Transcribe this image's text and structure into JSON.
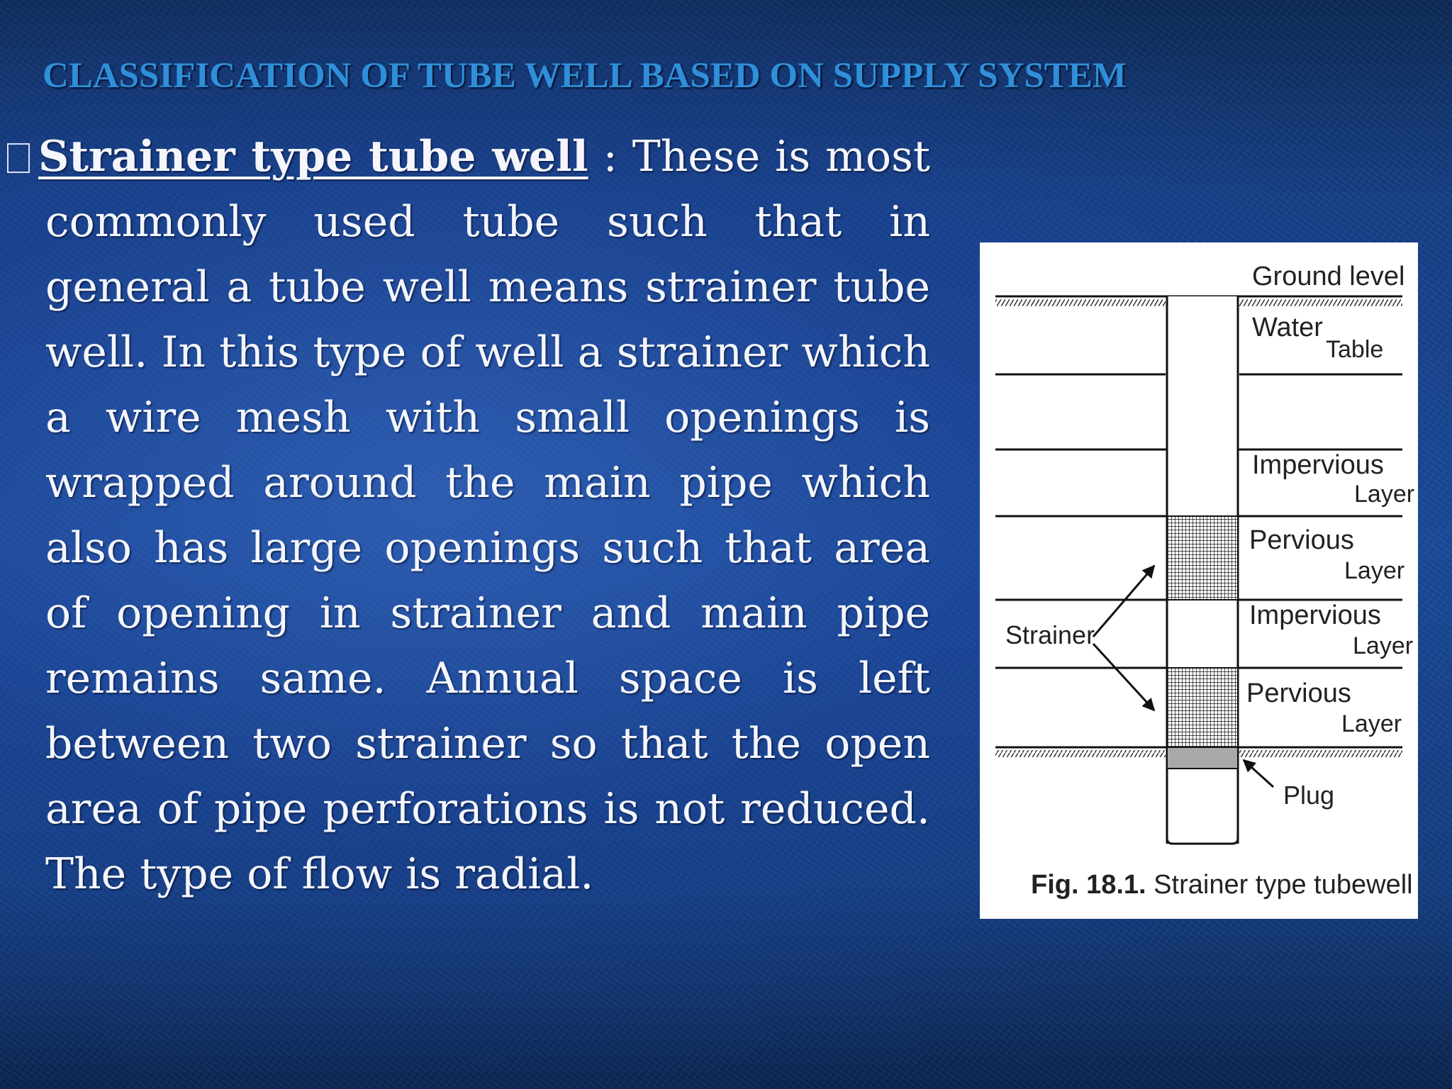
{
  "slide": {
    "title": "CLASSIFICATION OF TUBE WELL BASED ON SUPPLY SYSTEM",
    "heading": "Strainer type tube well",
    "body": " : These is most commonly used tube such that in general a tube well means  strainer tube well. In this type of well a strainer  which a wire mesh with small openings is wrapped  around the main pipe which also has large openings  such that area of opening in strainer and main pipe  remains same. Annual space is left between two  strainer so that the open area of pipe perforations is  not reduced. The type of flow is radial."
  },
  "figure": {
    "labels": {
      "ground_level": "Ground level",
      "water": "Water",
      "table": "Table",
      "impervious_1": "Impervious",
      "layer_1": "Layer",
      "pervious_1": "Pervious",
      "layer_2": "Layer",
      "impervious_2": "Impervious",
      "layer_3": "Layer",
      "pervious_2": "Pervious",
      "layer_4": "Layer",
      "strainer": "Strainer",
      "plug": "Plug"
    },
    "caption_bold": "Fig. 18.1.",
    "caption_rest": " Strainer type tubewell"
  },
  "colors": {
    "title": "#2f8fd8",
    "body_text": "#f4f6fb",
    "background": "#1a4a9a"
  }
}
